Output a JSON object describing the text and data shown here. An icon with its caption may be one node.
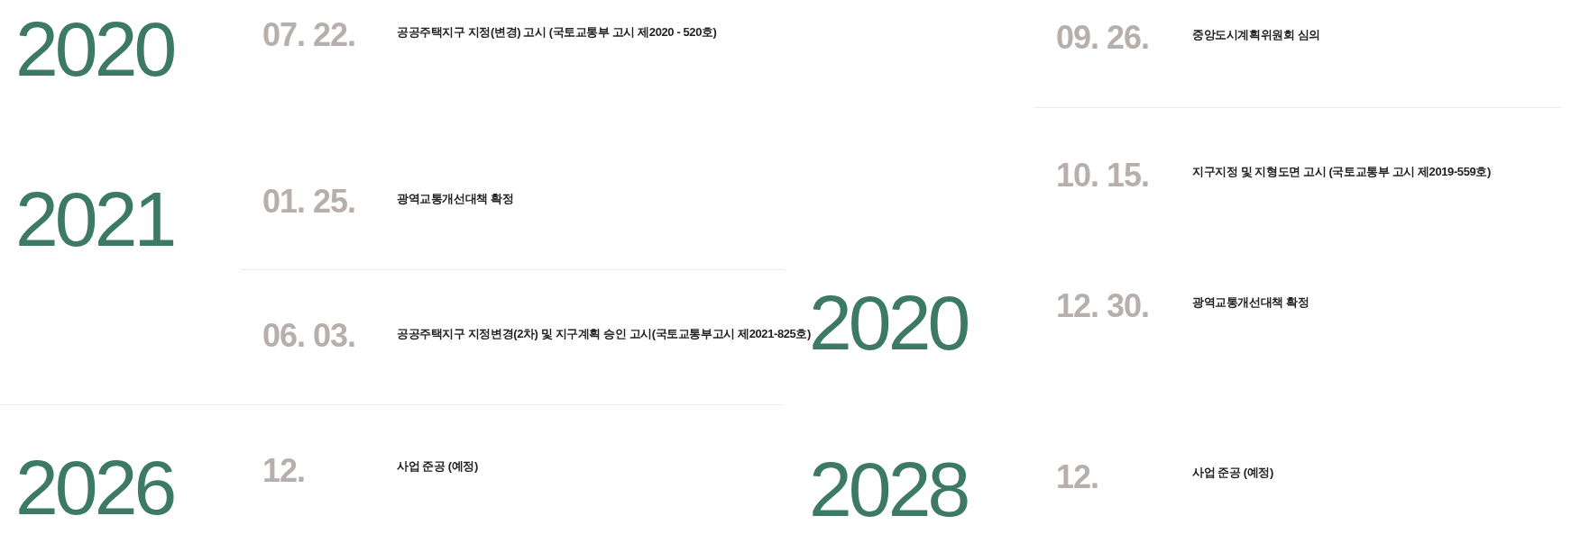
{
  "diagram": {
    "labels": [
      "2020",
      "07. 22.",
      "공공주택지구 지정(변경) 고시 (국토교통부 고시 제2020 - 520호)",
      "2021",
      "01. 25.",
      "광역교통개선대책 확정",
      "06. 03.",
      "공공주택지구 지정변경(2차) 및 지구계획 승인 고시(국토교통부고시 제2021-825호)",
      "2026",
      "12.",
      "사업 준공 (예정)",
      "09. 26.",
      "중앙도시계획위원회 심의",
      "10. 15.",
      "지구지정 및 지형도면 고시 (국토교통부 고시 제2019-559호)",
      "2020",
      "12. 30.",
      "광역교통개선대책 확정",
      "2028",
      "12.",
      "사업 준공 (예정)"
    ]
  }
}
